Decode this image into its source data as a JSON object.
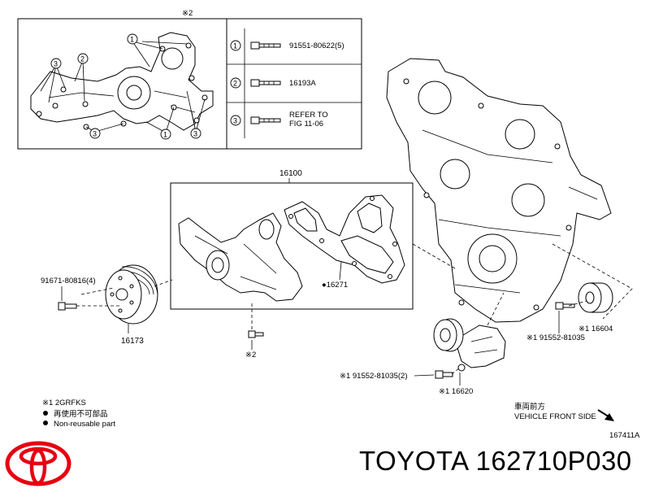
{
  "inset_box": {
    "header_mark": "※2",
    "callouts": [
      "1",
      "2",
      "3"
    ],
    "legend_rows": [
      {
        "num": "1",
        "part": "91551-80622(5)"
      },
      {
        "num": "2",
        "part": "16193A"
      },
      {
        "num": "3",
        "part": "REFER TO FIG 11-06"
      }
    ]
  },
  "labels": {
    "assembly": "16100",
    "gasket": "●16271",
    "pulley_bolt": "91671-80816(4)",
    "pulley": "16173",
    "pump_bolt": "※2",
    "idler_bolt": "※1 91552-81035",
    "idler": "※1 16604",
    "tensioner_bolt": "※1 91552-81035(2)",
    "tensioner": "※1 16620"
  },
  "notes": {
    "line1": "※1 2GRFKS",
    "line2": "再使用不可部品",
    "line3": "Non-reusable part"
  },
  "direction": {
    "jp": "車両前方",
    "en": "VEHICLE FRONT SIDE"
  },
  "figure_id": "167411A",
  "brand": {
    "text": "TOYOTA 162710P030",
    "logo_color": "#e60012"
  }
}
